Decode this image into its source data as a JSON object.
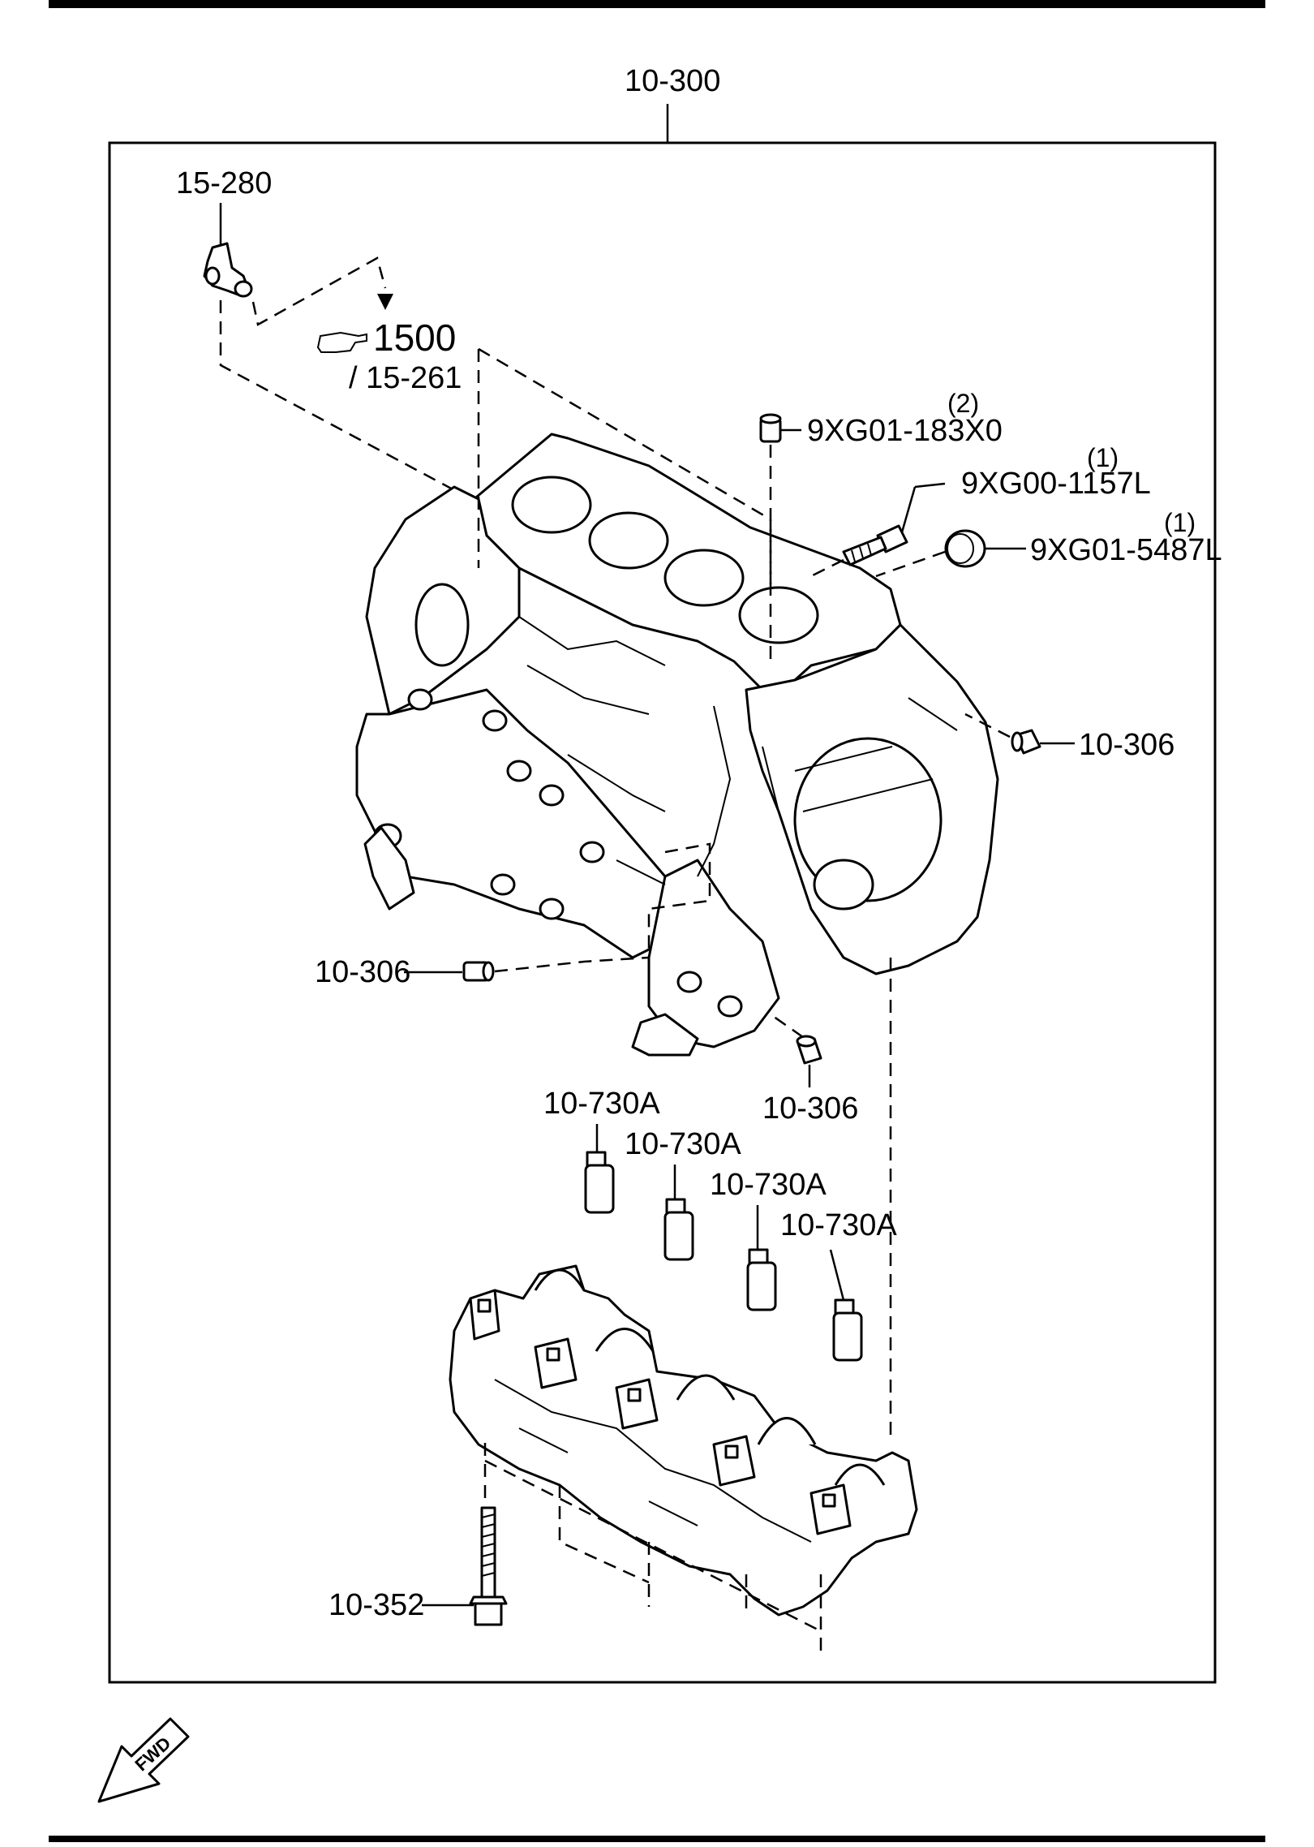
{
  "assembly_label": "10-300",
  "ref_figure": "1500",
  "ref_subpart": "/ 15-261",
  "parts": {
    "p15_280": "15-280",
    "p9xg01_183x0": "9XG01-183X0",
    "p9xg01_183x0_qty": "(2)",
    "p9xg00_1157l": "9XG00-1157L",
    "p9xg00_1157l_qty": "(1)",
    "p9xg01_5487l": "9XG01-5487L",
    "p9xg01_5487l_qty": "(1)",
    "p10_306_right": "10-306",
    "p10_306_left": "10-306",
    "p10_306_bottom": "10-306",
    "p10_730a_1": "10-730A",
    "p10_730a_2": "10-730A",
    "p10_730a_3": "10-730A",
    "p10_730a_4": "10-730A",
    "p10_352": "10-352"
  },
  "fwd_label": "FWD"
}
